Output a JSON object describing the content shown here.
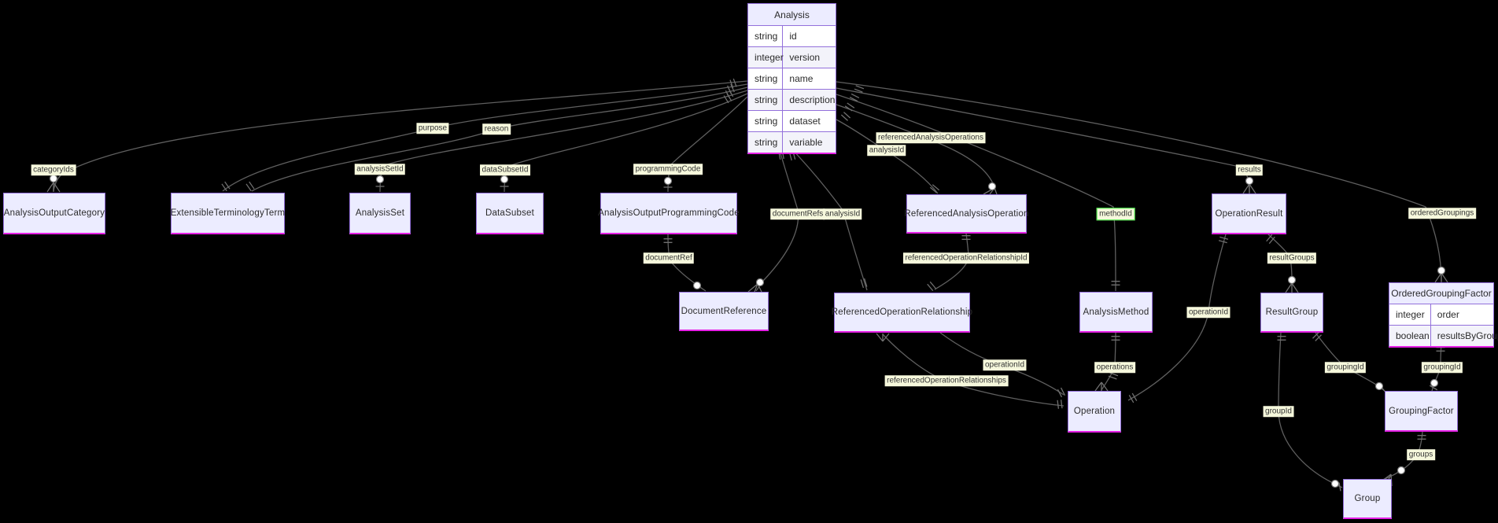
{
  "colors": {
    "background": "#000000",
    "entity_fill": "#ECECFF",
    "entity_border": "#9370DB",
    "entity_bottom_accent": "#e620e6",
    "edge": "#5f5f5f",
    "edge_label_bg": "#f6f8dc",
    "edge_label_highlight_border": "#3bee3b",
    "text": "#2b2b2b"
  },
  "entities": {
    "analysis": {
      "name": "Analysis",
      "attributes": [
        {
          "type": "string",
          "name": "id"
        },
        {
          "type": "integer",
          "name": "version"
        },
        {
          "type": "string",
          "name": "name"
        },
        {
          "type": "string",
          "name": "description"
        },
        {
          "type": "string",
          "name": "dataset"
        },
        {
          "type": "string",
          "name": "variable"
        }
      ]
    },
    "analysisOutputCategory": {
      "name": "AnalysisOutputCategory"
    },
    "extensibleTerminologyTerm": {
      "name": "ExtensibleTerminologyTerm"
    },
    "analysisSet": {
      "name": "AnalysisSet"
    },
    "dataSubset": {
      "name": "DataSubset"
    },
    "analysisOutputProgrammingCode": {
      "name": "AnalysisOutputProgrammingCode"
    },
    "referencedAnalysisOperation": {
      "name": "ReferencedAnalysisOperation"
    },
    "operationResult": {
      "name": "OperationResult"
    },
    "orderedGroupingFactor": {
      "name": "OrderedGroupingFactor",
      "attributes": [
        {
          "type": "integer",
          "name": "order"
        },
        {
          "type": "boolean",
          "name": "resultsByGroup"
        }
      ]
    },
    "documentReference": {
      "name": "DocumentReference"
    },
    "referencedOperationRelationship": {
      "name": "ReferencedOperationRelationship"
    },
    "analysisMethod": {
      "name": "AnalysisMethod"
    },
    "resultGroup": {
      "name": "ResultGroup"
    },
    "operation": {
      "name": "Operation"
    },
    "groupingFactor": {
      "name": "GroupingFactor"
    },
    "group": {
      "name": "Group"
    }
  },
  "edge_labels": {
    "categoryIds": "categoryIds",
    "purpose": "purpose",
    "reason": "reason",
    "analysisSetId": "analysisSetId",
    "dataSubsetId": "dataSubsetId",
    "programmingCode": "programmingCode",
    "documentRef": "documentRef",
    "documentRefs": "documentRefs",
    "analysisId": "analysisId",
    "referencedAnalysisOperations": "referencedAnalysisOperations",
    "referencedOperationRelationshipId": "referencedOperationRelationshipId",
    "methodId": "methodId",
    "results": "results",
    "resultGroups": "resultGroups",
    "orderedGroupings": "orderedGroupings",
    "operationId": "operationId",
    "operations": "operations",
    "referencedOperationRelationships": "referencedOperationRelationships",
    "groupingId": "groupingId",
    "groupId": "groupId",
    "groups": "groups"
  }
}
